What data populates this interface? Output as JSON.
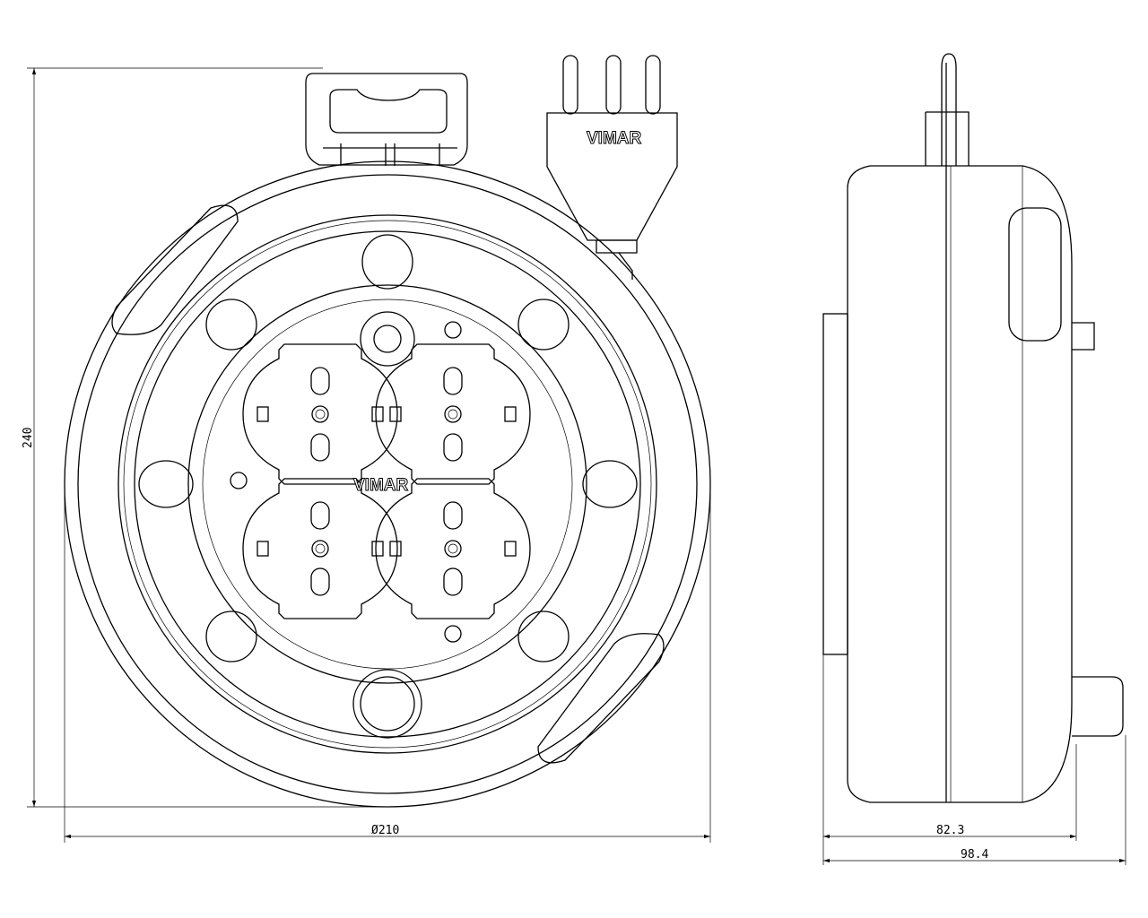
{
  "drawing": {
    "dimensions": {
      "height": "240",
      "diameter": "Ø210",
      "depth_body": "82.3",
      "depth_total": "98.4"
    },
    "brand": "VIMAR",
    "plug_brand": "VIMAR",
    "line_color": "#000000",
    "background": "#ffffff"
  }
}
